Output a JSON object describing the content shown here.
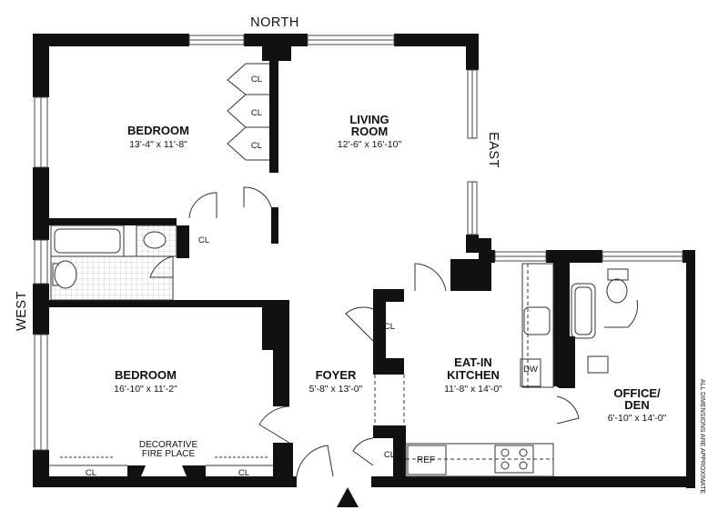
{
  "compass": {
    "north": "North",
    "east": "East",
    "west": "West"
  },
  "rooms": {
    "bedroom_1": {
      "name": "Bedroom",
      "dims": "13'-4\" x 11'-8\""
    },
    "living_room": {
      "name_line1": "Living",
      "name_line2": "Room",
      "dims": "12'-6\" x 16'-10\""
    },
    "bedroom_2": {
      "name": "Bedroom",
      "dims": "16'-10\" x 11'-2\""
    },
    "foyer": {
      "name": "Foyer",
      "dims": "5'-8\" x 13'-0\""
    },
    "kitchen": {
      "name_line1": "Eat-in",
      "name_line2": "Kitchen",
      "dims": "11'-8\" x 14'-0\""
    },
    "office": {
      "name_line1": "Office/",
      "name_line2": "Den",
      "dims": "6'-10\" x 14'-0\""
    }
  },
  "labels": {
    "closet": "CL",
    "fireplace_line1": "Decorative",
    "fireplace_line2": "Fire Place",
    "refrigerator": "REF",
    "dishwasher": "DW",
    "disclaimer": "All dimensions are approximate"
  },
  "colors": {
    "wall": "#111111",
    "line": "#333333",
    "tile": "#c8c8c8",
    "background": "#ffffff"
  }
}
